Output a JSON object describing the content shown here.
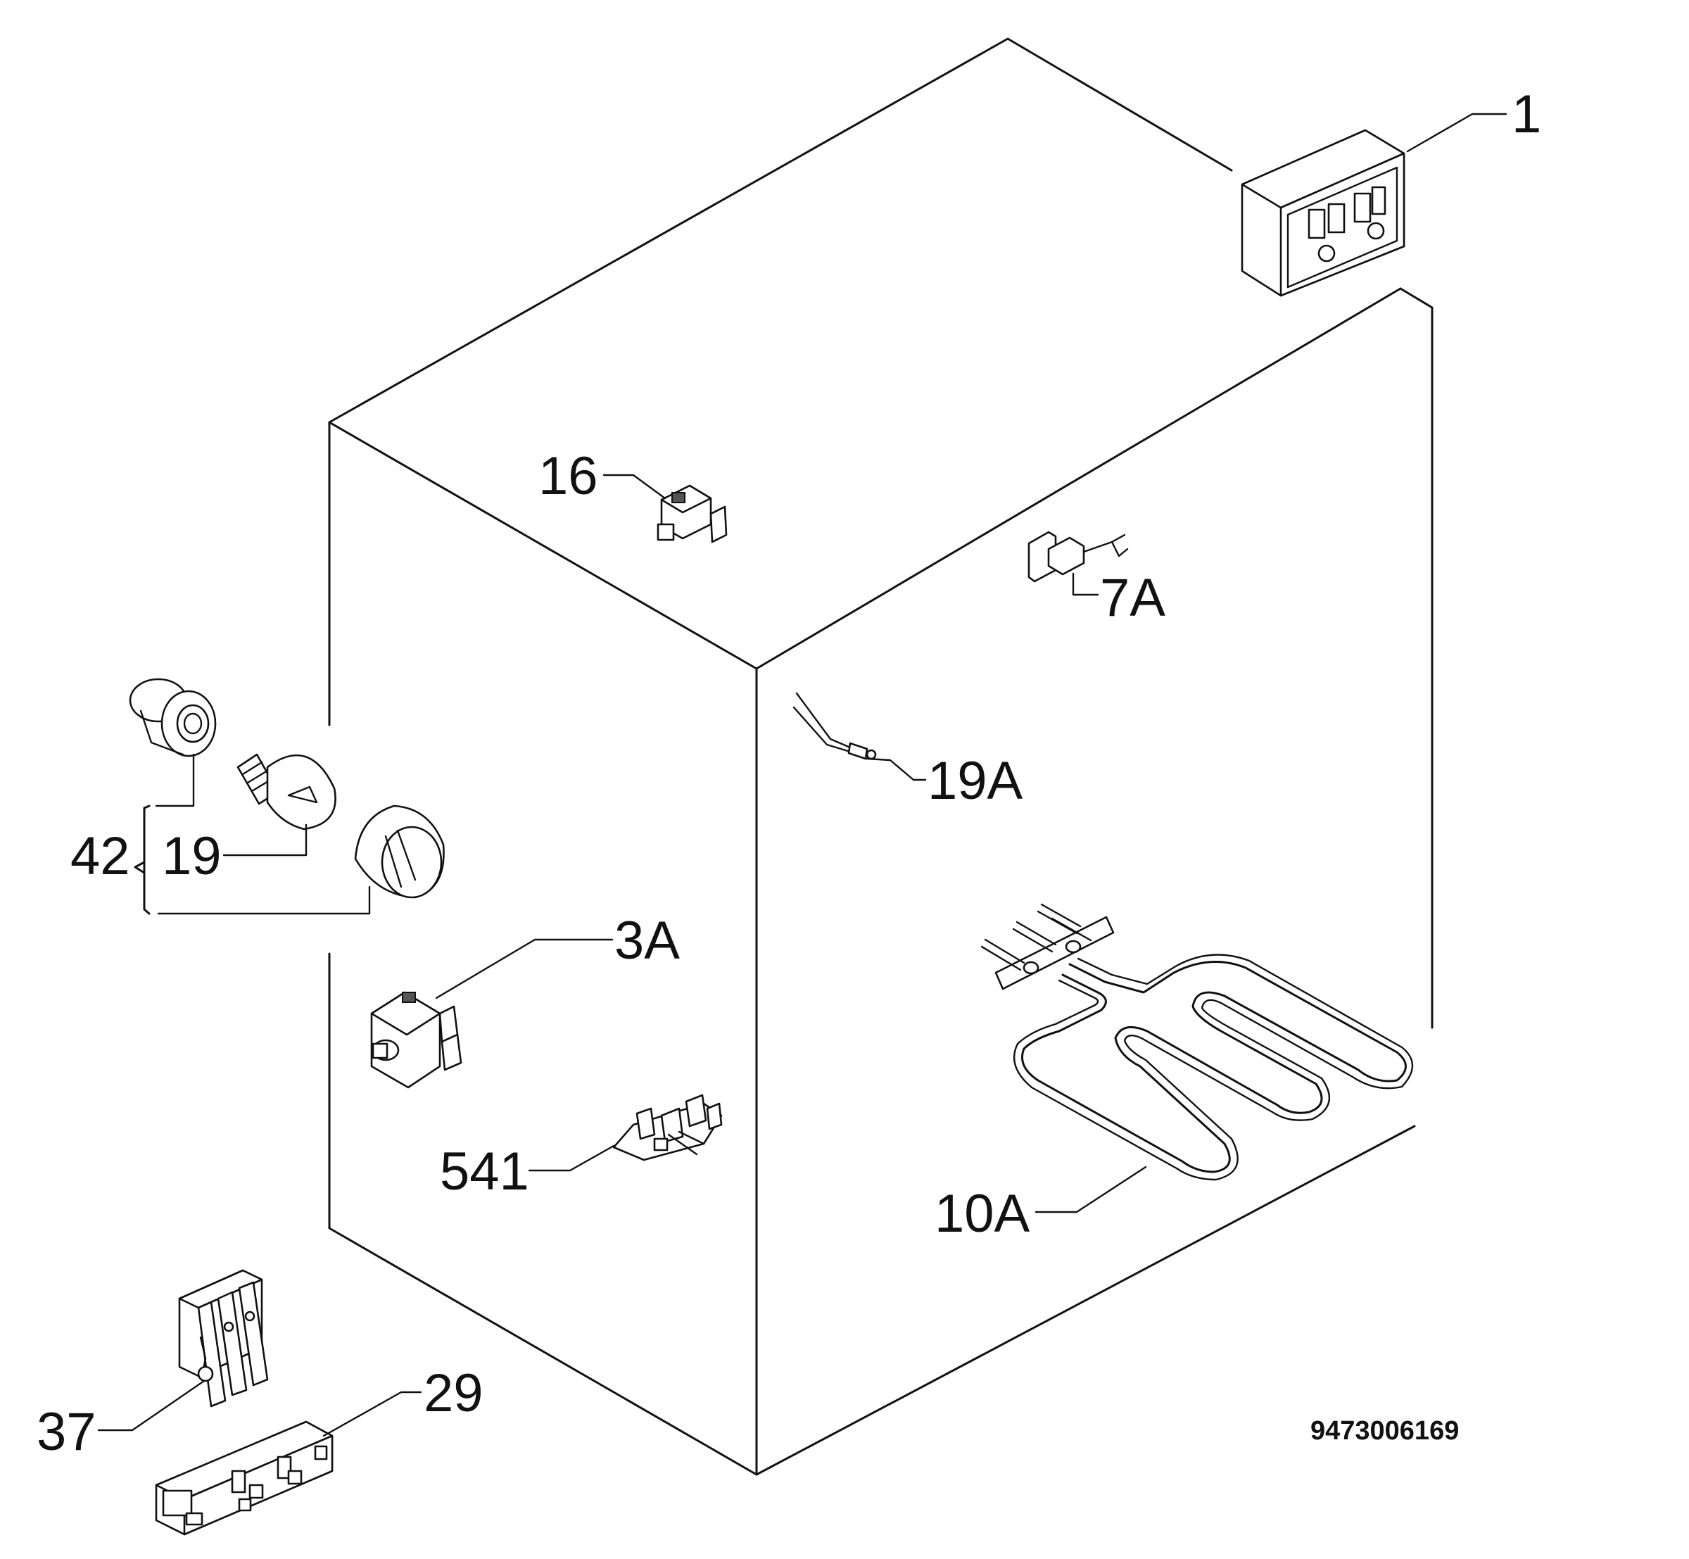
{
  "labels": {
    "p1": "1",
    "p16": "16",
    "p7a": "7A",
    "p19a": "19A",
    "p42": "42",
    "p19": "19",
    "p3a": "3A",
    "p541": "541",
    "p10a": "10A",
    "p37": "37",
    "p29": "29"
  },
  "drawing_code": "9473006169"
}
